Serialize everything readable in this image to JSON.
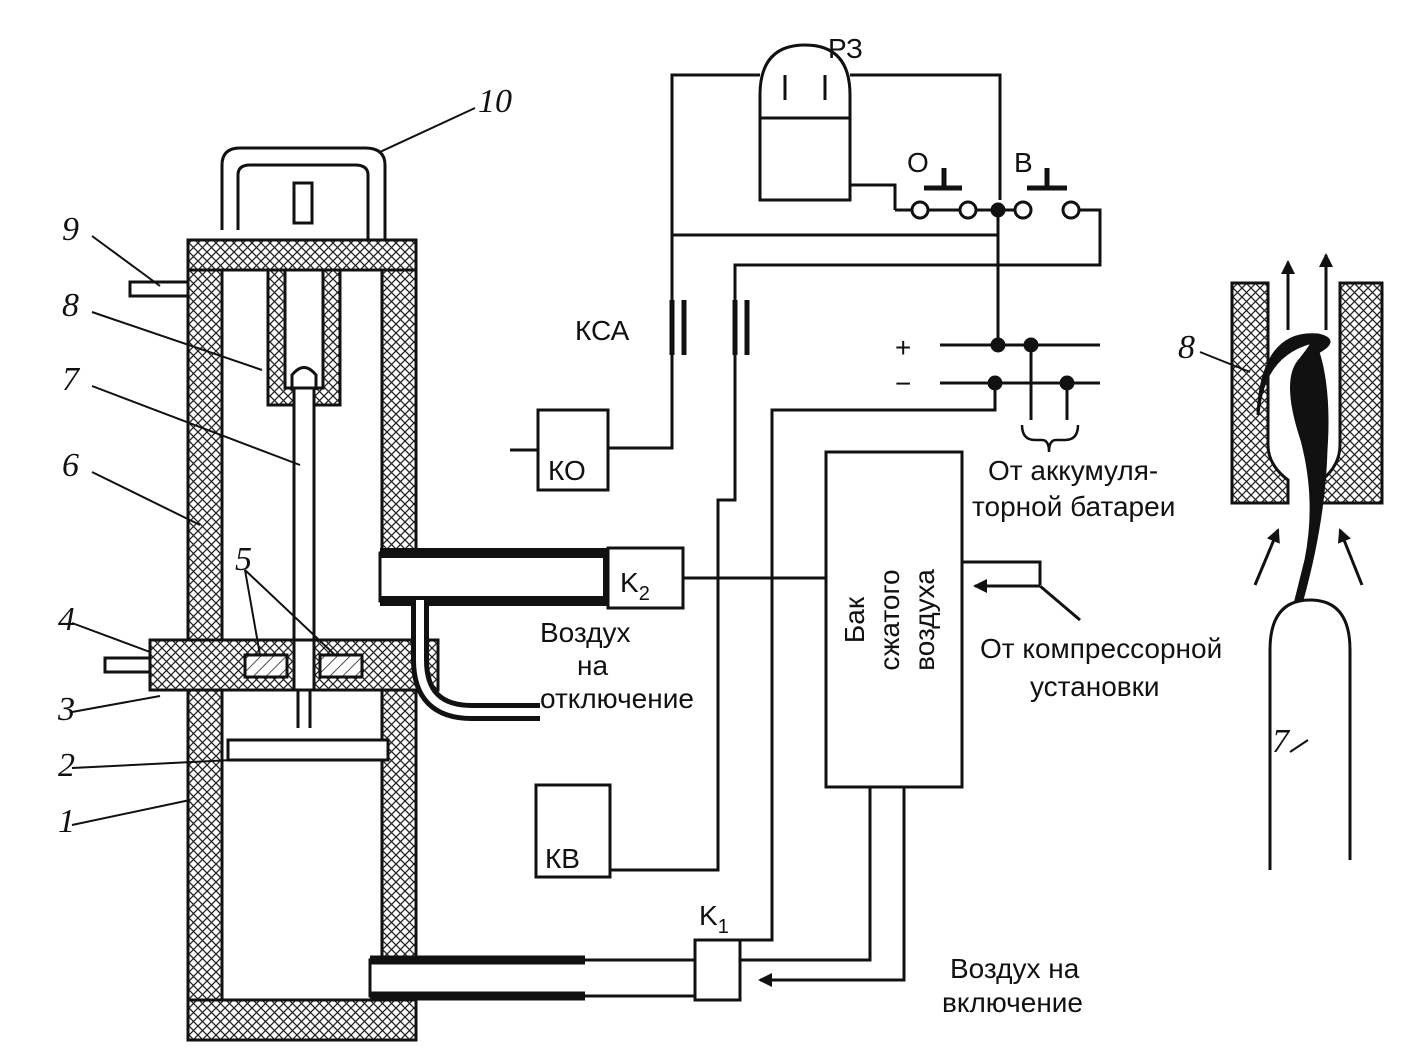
{
  "part_numbers": {
    "n1": "1",
    "n2": "2",
    "n3": "3",
    "n4": "4",
    "n5": "5",
    "n6": "6",
    "n7": "7",
    "n8": "8",
    "n9": "9",
    "n10": "10",
    "detail_8": "8",
    "detail_7": "7"
  },
  "components": {
    "rz": "РЗ",
    "btn_o": "О",
    "btn_v": "В",
    "ksa": "КСА",
    "ko": "КО",
    "kv": "КВ",
    "k2_main": "K",
    "k2_sub": "2",
    "k1_main": "K",
    "k1_sub": "1",
    "tank_line1": "Бак",
    "tank_line2": "сжатого",
    "tank_line3": "воздуха"
  },
  "labels": {
    "plus": "+",
    "minus": "−",
    "battery_line1": "От аккумуля-",
    "battery_line2": "торной батареи",
    "air_off_line1": "Воздух",
    "air_off_line2": "на",
    "air_off_line3": "отключение",
    "compressor_line1": "От компрессорной",
    "compressor_line2": "установки",
    "air_on_line1": "Воздух на",
    "air_on_line2": "включение"
  },
  "colors": {
    "ink": "#111111",
    "paper": "#ffffff"
  }
}
